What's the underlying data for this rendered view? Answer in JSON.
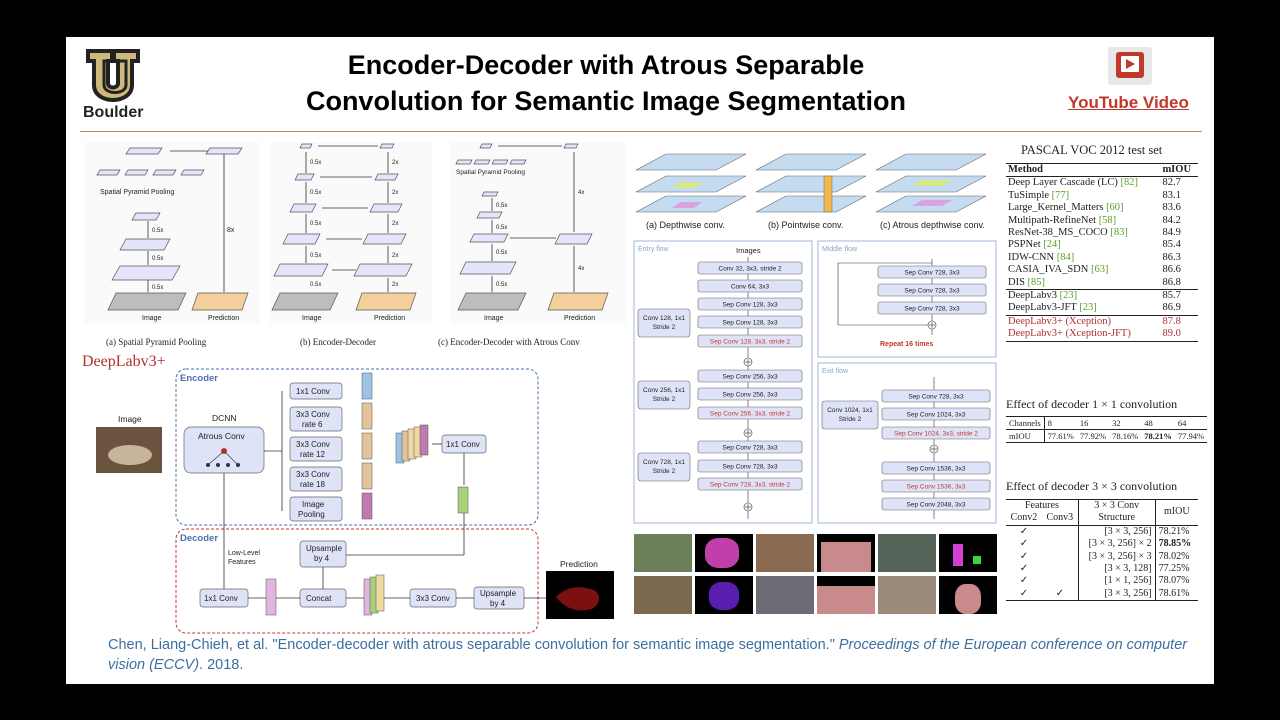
{
  "header": {
    "logo_text": "Boulder",
    "title_line1": "Encoder-Decoder with Atrous Separable",
    "title_line2": "Convolution for Semantic Image Segmentation",
    "youtube_label": "YouTube Video"
  },
  "fig_spp": {
    "caption_a": "(a) Spatial Pyramid Pooling",
    "caption_b": "(b) Encoder-Decoder",
    "caption_c": "(c) Encoder-Decoder with Atrous Conv",
    "spp_label": "Spatial Pyramid Pooling",
    "image_label": "Image",
    "prediction_label": "Prediction",
    "x8": "8x",
    "x05": "0.5x",
    "x2": "2x",
    "x4": "4x"
  },
  "fig_conv": {
    "caption_a": "(a) Depthwise conv.",
    "caption_b": "(b) Pointwise conv.",
    "caption_c": "(c) Atrous depthwise conv."
  },
  "deeplab": {
    "title": "DeepLabv3+",
    "encoder": "Encoder",
    "decoder": "Decoder",
    "image": "Image",
    "dcnn": "DCNN",
    "atrous": "Atrous Conv",
    "conv1x1": "1x1 Conv",
    "conv3r6": "3x3 Conv rate 6",
    "conv3r12": "3x3 Conv rate 12",
    "conv3r18": "3x3 Conv rate 18",
    "pooling": "Image Pooling",
    "enc_conv1x1": "1x1 Conv",
    "lowlevel": "Low-Level Features",
    "upsample4a": "Upsample by 4",
    "dec_conv1x1": "1x1 Conv",
    "concat": "Concat",
    "conv3x3": "3x3 Conv",
    "upsample4b": "Upsample by 4",
    "prediction": "Prediction"
  },
  "xception": {
    "entry": "Entry flow",
    "middle": "Middle flow",
    "exit": "Exit flow",
    "images": "Images",
    "entry_blocks": [
      "Conv 32, 3x3, stride 2",
      "Conv 64, 3x3",
      "Sep Conv 128, 3x3",
      "Sep Conv 128, 3x3",
      "Sep Conv 128, 3x3, stride 2",
      "Sep Conv 256, 3x3",
      "Sep Conv 256, 3x3",
      "Sep Conv 256, 3x3, stride 2",
      "Sep Conv 728, 3x3",
      "Sep Conv 728, 3x3",
      "Sep Conv 728, 3x3, stride 2"
    ],
    "entry_side": [
      "Conv 128, 1x1 Stride 2",
      "Conv 256, 1x1 Stride 2",
      "Conv 728, 1x1 Stride 2"
    ],
    "middle_blocks": [
      "Sep Conv 728, 3x3",
      "Sep Conv 728, 3x3",
      "Sep Conv 728, 3x3"
    ],
    "repeat": "Repeat 16 times",
    "exit_blocks": [
      "Sep Conv 728, 3x3",
      "Sep Conv 1024, 3x3",
      "Sep Conv 1024, 3x3, stride 2",
      "Sep Conv 1536, 3x3",
      "Sep Conv 1536, 3x3",
      "Sep Conv 2048, 3x3"
    ],
    "exit_side": "Conv 1024, 1x1 Stride 2"
  },
  "voc": {
    "title": "PASCAL VOC 2012 test set",
    "h_method": "Method",
    "h_miou": "mIOU",
    "rows": [
      {
        "m": "Deep Layer Cascade (LC)",
        "r": "[82]",
        "v": "82.7"
      },
      {
        "m": "TuSimple",
        "r": "[77]",
        "v": "83.1"
      },
      {
        "m": "Large_Kernel_Matters",
        "r": "[60]",
        "v": "83.6"
      },
      {
        "m": "Multipath-RefineNet",
        "r": "[58]",
        "v": "84.2"
      },
      {
        "m": "ResNet-38_MS_COCO",
        "r": "[83]",
        "v": "84.9"
      },
      {
        "m": "PSPNet",
        "r": "[24]",
        "v": "85.4"
      },
      {
        "m": "IDW-CNN",
        "r": "[84]",
        "v": "86.3"
      },
      {
        "m": "CASIA_IVA_SDN",
        "r": "[63]",
        "v": "86.6"
      },
      {
        "m": "DIS",
        "r": "[85]",
        "v": "86.8"
      }
    ],
    "rows2": [
      {
        "m": "DeepLabv3",
        "r": "[23]",
        "v": "85.7"
      },
      {
        "m": "DeepLabv3-JFT",
        "r": "[23]",
        "v": "86.9"
      }
    ],
    "rows3": [
      {
        "m": "DeepLabv3+ (Xception)",
        "v": "87.8"
      },
      {
        "m": "DeepLabv3+ (Xception-JFT)",
        "v": "89.0"
      }
    ]
  },
  "dec1": {
    "title": "Effect of decoder 1 × 1 convolution",
    "h": [
      "Channels",
      "8",
      "16",
      "32",
      "48",
      "64"
    ],
    "r": [
      "mIOU",
      "77.61%",
      "77.92%",
      "78.16%",
      "78.21%",
      "77.94%"
    ]
  },
  "dec3": {
    "title": "Effect of decoder 3 × 3 convolution",
    "h_features": "Features",
    "h_conv2": "Conv2",
    "h_conv3": "Conv3",
    "h_struct1": "3 × 3 Conv",
    "h_struct2": "Structure",
    "h_miou": "mIOU",
    "check": "✓",
    "rows": [
      {
        "c3": "",
        "s": "[3 × 3, 256]",
        "v": "78.21%"
      },
      {
        "c3": "",
        "s": "[3 × 3, 256] × 2",
        "v": "78.85%"
      },
      {
        "c3": "",
        "s": "[3 × 3, 256] × 3",
        "v": "78.02%"
      },
      {
        "c3": "",
        "s": "[3 × 3, 128]",
        "v": "77.25%"
      },
      {
        "c3": "",
        "s": "[1 × 1, 256]",
        "v": "78.07%"
      },
      {
        "c3": "✓",
        "s": "[3 × 3, 256]",
        "v": "78.61%"
      }
    ]
  },
  "citation": {
    "text": "Chen, Liang-Chieh, et al. \"Encoder-decoder with atrous separable convolution for semantic image segmentation.\"",
    "venue": "Proceedings of the European conference on computer vision (ECCV)",
    "year": ". 2018."
  }
}
